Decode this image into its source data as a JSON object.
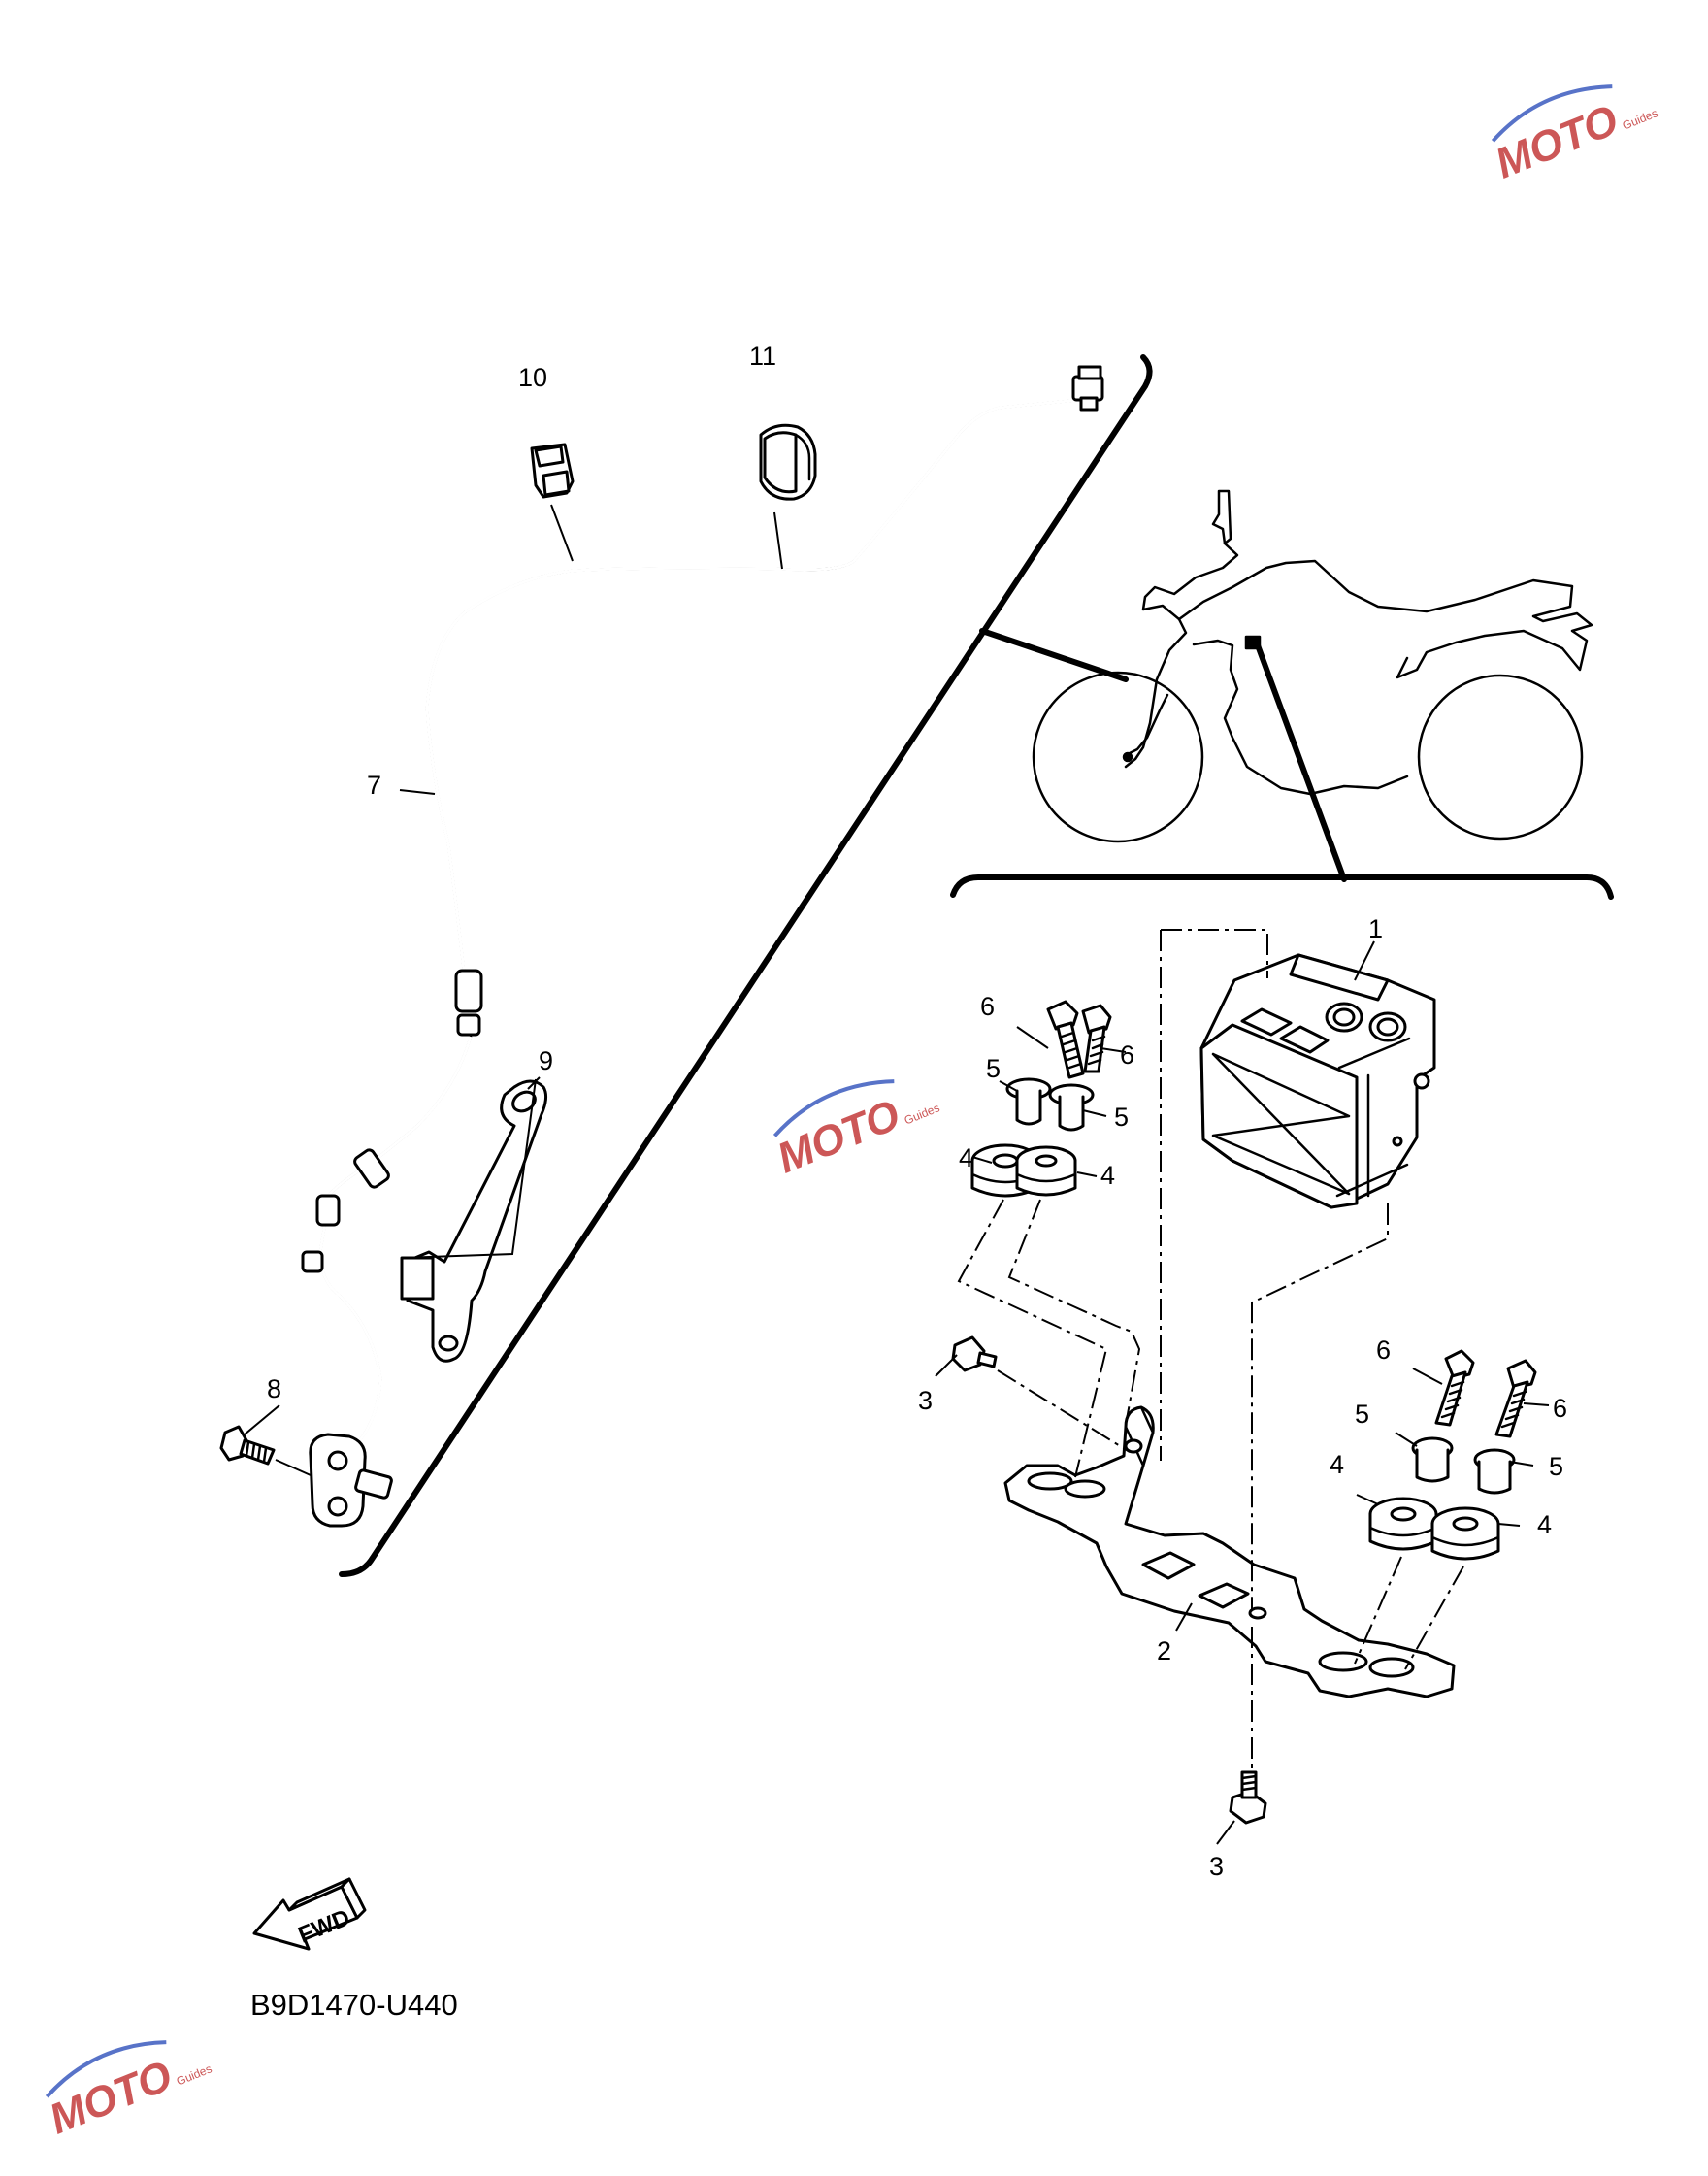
{
  "diagram": {
    "callouts": {
      "c1": "1",
      "c2": "2",
      "c3a": "3",
      "c3b": "3",
      "c4a": "4",
      "c4b": "4",
      "c4c": "4",
      "c4d": "4",
      "c5a": "5",
      "c5b": "5",
      "c5c": "5",
      "c5d": "5",
      "c6a": "6",
      "c6b": "6",
      "c6c": "6",
      "c6d": "6",
      "c7": "7",
      "c8": "8",
      "c9": "9",
      "c10": "10",
      "c11": "11"
    },
    "fwd_label": "FWD",
    "diagram_code": "B9D1470-U440"
  },
  "watermark": {
    "text": "MOTO",
    "subtext": "Guides",
    "color": "#c43a3a",
    "accent": "#3b5bbf"
  },
  "icons": [
    "fwd-arrow-icon",
    "motorcycle-silhouette-icon",
    "watermark-logo-icon"
  ]
}
